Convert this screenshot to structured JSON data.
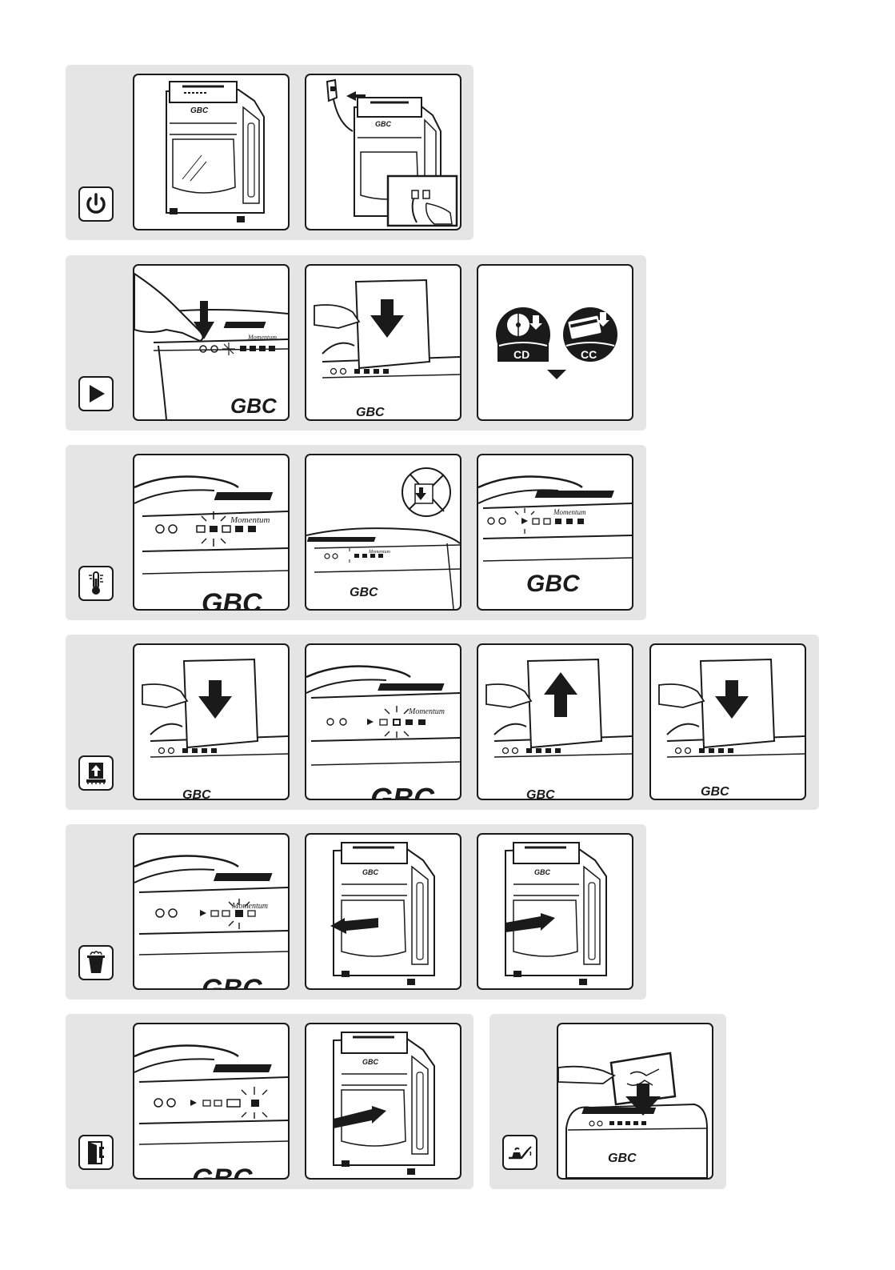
{
  "brand": "GBC",
  "model": "Momentum",
  "media": {
    "cd_label": "CD",
    "cc_label": "CC"
  },
  "rows": [
    {
      "step_icon": "power-icon",
      "frames": [
        "shredder-overview",
        "plug-in-power"
      ]
    },
    {
      "step_icon": "play-icon",
      "frames": [
        "press-auto-button",
        "feed-paper",
        "cd-cc-slot"
      ]
    },
    {
      "step_icon": "thermometer-icon",
      "frames": [
        "overheat-indicator",
        "do-not-feed",
        "indicator-cleared"
      ]
    },
    {
      "step_icon": "paper-jam-icon",
      "frames": [
        "feed-paper",
        "jam-indicator",
        "remove-paper",
        "refeed-paper"
      ]
    },
    {
      "step_icon": "bin-full-icon",
      "frames": [
        "bin-full-indicator",
        "pull-out-bin",
        "push-in-bin"
      ]
    },
    {
      "step_icon": "door-open-icon",
      "frames": [
        "door-open-indicator",
        "close-bin-door"
      ]
    },
    {
      "step_icon": "oil-can-icon",
      "frames": [
        "oil-sheet-feed"
      ]
    }
  ]
}
